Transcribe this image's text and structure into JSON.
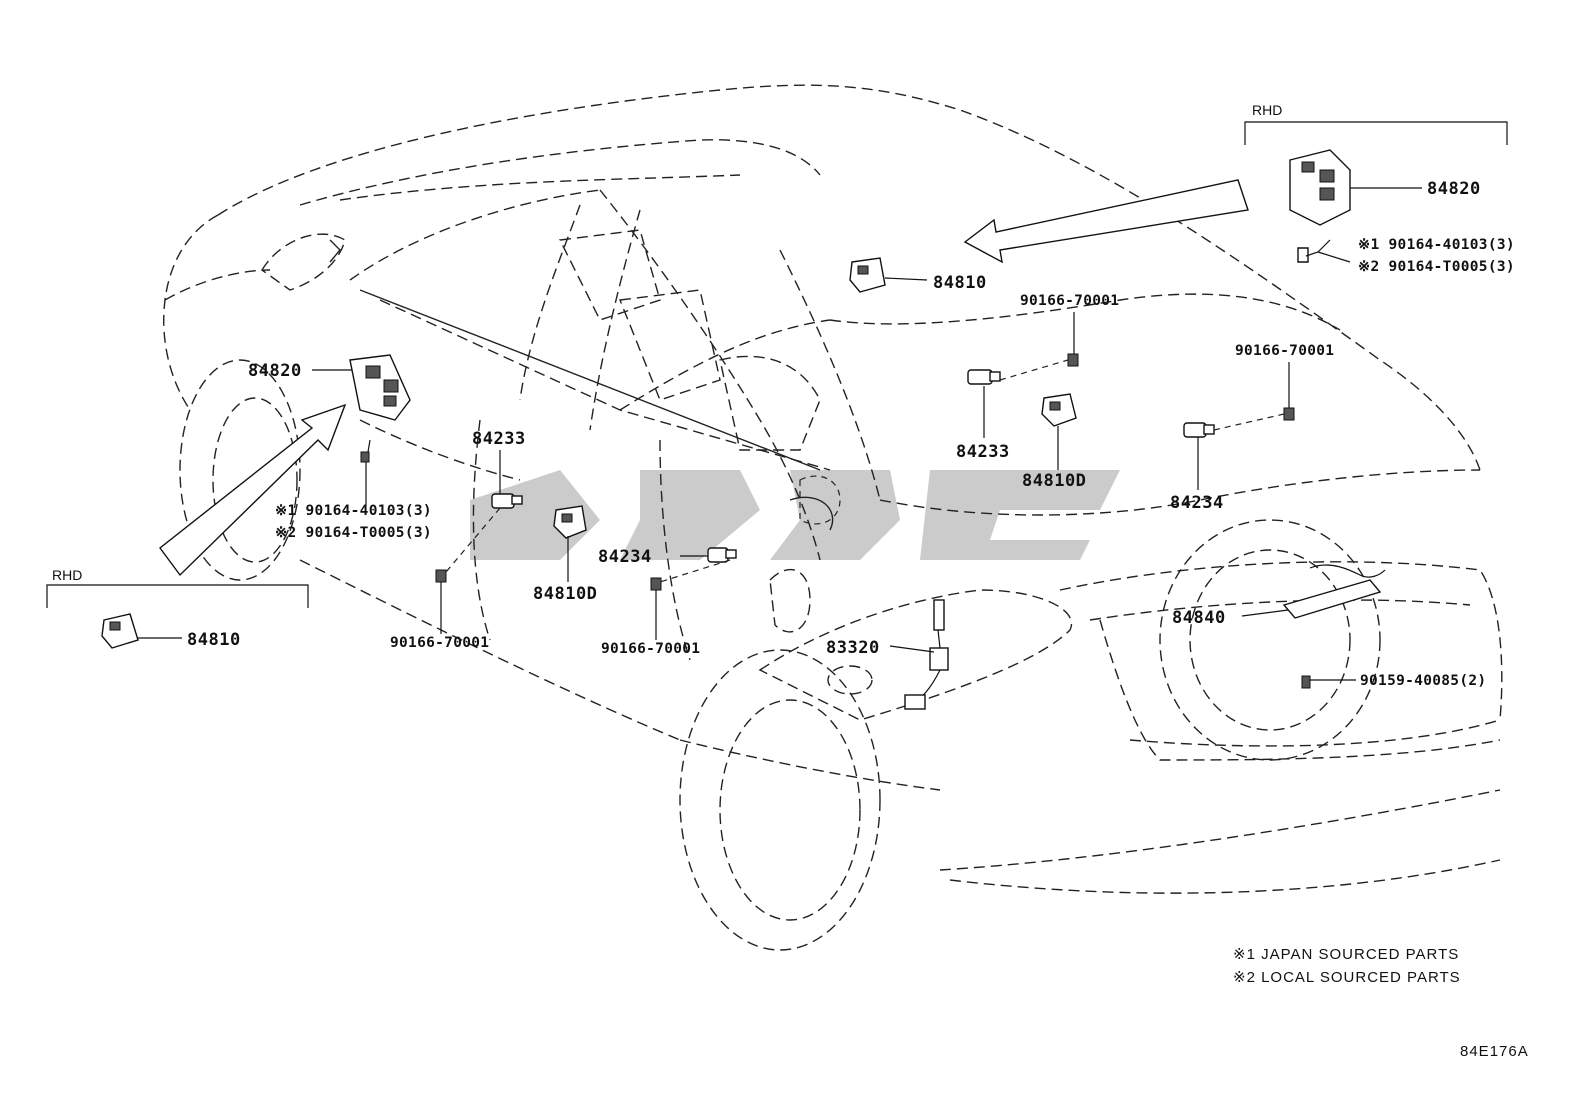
{
  "diagram_code": "84E176A",
  "rhd_label": "RHD",
  "notes": [
    "※1 JAPAN SOURCED PARTS",
    "※2 LOCAL SOURCED PARTS"
  ],
  "parts": {
    "p84820_right": "84820",
    "p84820_left": "84820",
    "p84810_top": "84810",
    "p84810_rhd": "84810",
    "p84810d_left": "84810D",
    "p84810d_right": "84810D",
    "p84233_left": "84233",
    "p84233_right": "84233",
    "p84234_left": "84234",
    "p84234_right": "84234",
    "p84840": "84840",
    "p83320": "83320",
    "p90166_a": "90166-70001",
    "p90166_b": "90166-70001",
    "p90166_c": "90166-70001",
    "p90166_d": "90166-70001",
    "p90159": "90159-40085(2)",
    "right_bolt_1": "※1 90164-40103(3)",
    "right_bolt_2": "※2 90164-T0005(3)",
    "left_bolt_1": "※1 90164-40103(3)",
    "left_bolt_2": "※2 90164-T0005(3)"
  },
  "icons": [
    "arrow-icon",
    "bolt-icon",
    "switch-icon",
    "connector-icon"
  ]
}
